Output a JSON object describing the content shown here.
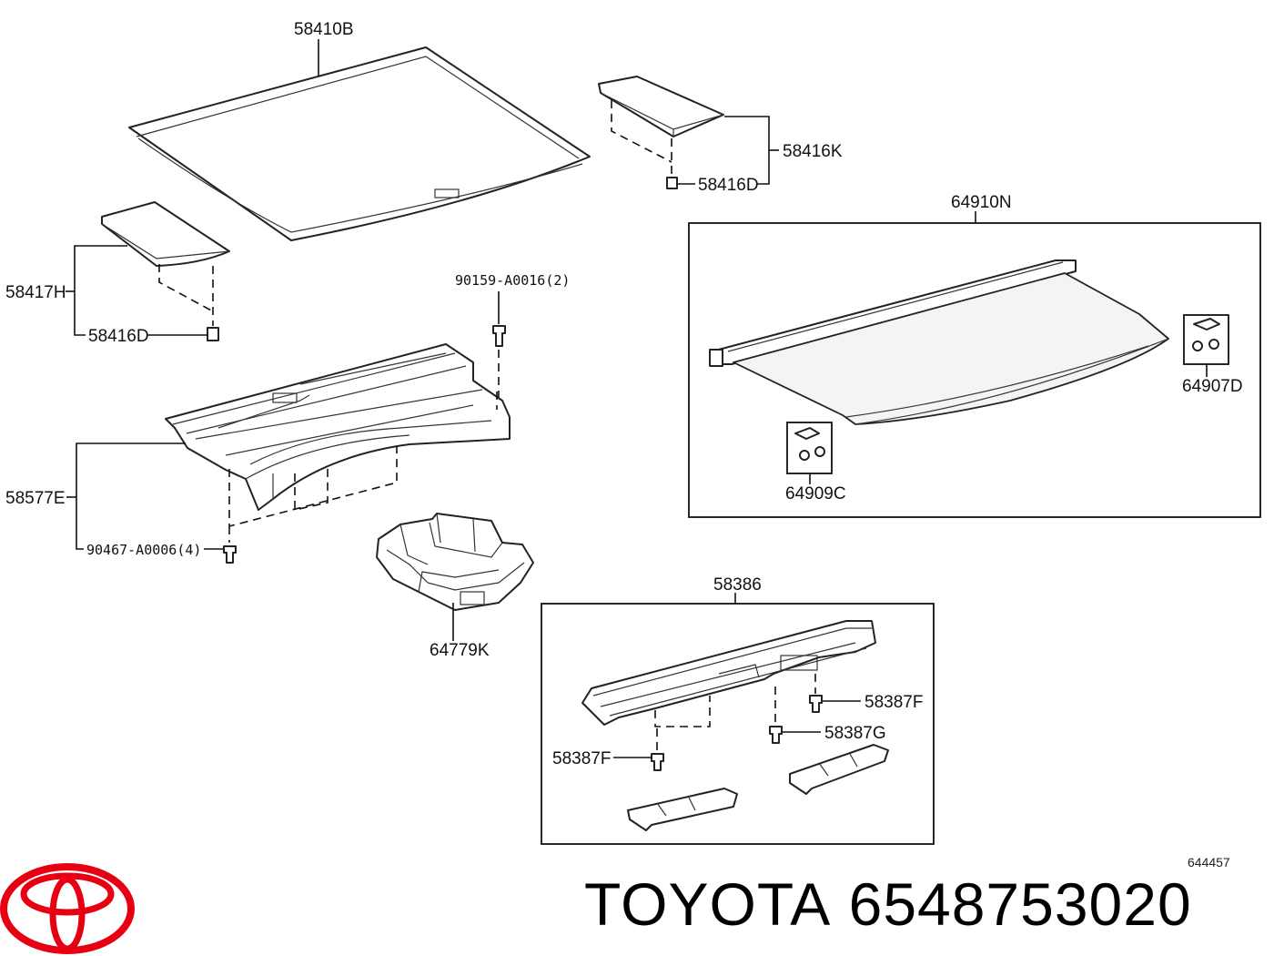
{
  "labels": {
    "p58410B": "58410B",
    "p58416K": "58416K",
    "p58416D_top": "58416D",
    "p64910N": "64910N",
    "p58417H": "58417H",
    "p58416D_left": "58416D",
    "p90159": "90159-A0016(2)",
    "p64907D": "64907D",
    "p64909C": "64909C",
    "p58577E": "58577E",
    "p90467": "90467-A0006(4)",
    "p64779K": "64779K",
    "p58386": "58386",
    "p58387F_right": "58387F",
    "p58387G": "58387G",
    "p58387F_left": "58387F"
  },
  "ref_code": "644457",
  "brand_name": "TOYOTA",
  "part_number": "6548753020",
  "colors": {
    "logo_red": "#e60012",
    "line": "#111111",
    "background": "#ffffff"
  },
  "icons": {
    "logo": "toyota-logo"
  }
}
